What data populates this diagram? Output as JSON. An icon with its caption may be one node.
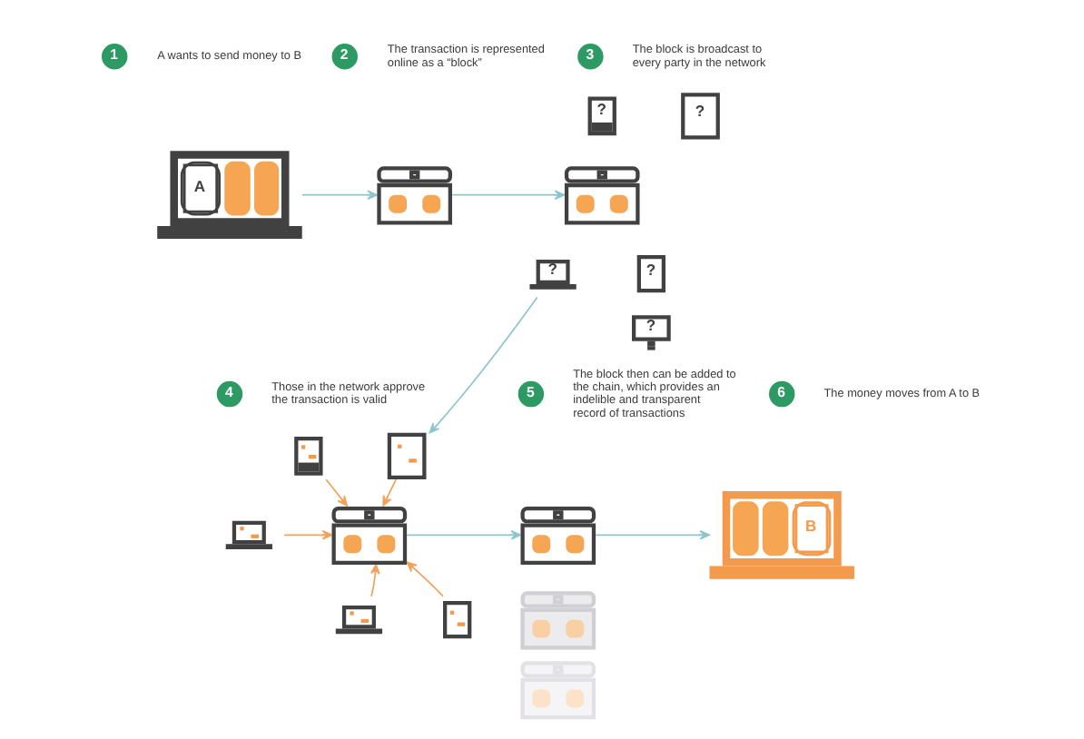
{
  "diagram": {
    "nodes": [
      {
        "text": [
          "1"
        ],
        "beside": [
          "A wants to send money to B"
        ]
      },
      {
        "text": [
          "A"
        ]
      },
      {
        "text": [
          "2"
        ],
        "beside": [
          "The transaction is represented online as a “block”"
        ]
      },
      {
        "text": [],
        "shape": "picture"
      },
      {
        "text": [
          "3"
        ],
        "beside": [
          "The block is broadcast to every party in the network"
        ]
      },
      {
        "text": [
          "?"
        ]
      },
      {
        "text": [
          "?"
        ]
      },
      {
        "text": [],
        "shape": "picture"
      },
      {
        "text": [
          "?"
        ]
      },
      {
        "text": [
          "?"
        ]
      },
      {
        "text": [
          "?"
        ]
      },
      {
        "text": [
          "4"
        ],
        "beside": [
          "Those in the network approve the transaction is valid"
        ]
      },
      {
        "text": [],
        "shape": "picture"
      },
      {
        "text": [],
        "shape": "picture"
      },
      {
        "text": [],
        "shape": "picture"
      },
      {
        "text": [],
        "shape": "picture"
      },
      {
        "text": [],
        "shape": "picture"
      },
      {
        "text": [],
        "shape": "picture"
      },
      {
        "text": [
          "5"
        ],
        "beside": [
          "The block then can be added to the chain, which provides an indelible and transparent record of transactions"
        ]
      },
      {
        "text": [],
        "shape": "picture"
      },
      {
        "text": [],
        "shape": "picture"
      },
      {
        "text": [],
        "shape": "picture"
      },
      {
        "text": [
          "6"
        ],
        "beside": [
          "The money moves from A to B"
        ]
      },
      {
        "text": [
          "B"
        ]
      }
    ],
    "edges": [
      {
        "from": 1,
        "to": 3,
        "arrow": "to"
      },
      {
        "from": 3,
        "to": 7,
        "arrow": "to"
      },
      {
        "from": 8,
        "to": 13,
        "arrow": "to"
      },
      {
        "from": 12,
        "to": 14,
        "arrow": "to",
        "color": "#f2a25a"
      },
      {
        "from": 13,
        "to": 14,
        "arrow": "to",
        "color": "#f2a25a"
      },
      {
        "from": 15,
        "to": 14,
        "arrow": "to",
        "color": "#f2a25a"
      },
      {
        "from": 16,
        "to": 14,
        "arrow": "to",
        "color": "#f2a25a"
      },
      {
        "from": 17,
        "to": 14,
        "arrow": "to",
        "color": "#f2a25a"
      },
      {
        "from": 14,
        "to": 19,
        "arrow": "to"
      },
      {
        "from": 19,
        "to": 23,
        "arrow": "to"
      }
    ]
  }
}
